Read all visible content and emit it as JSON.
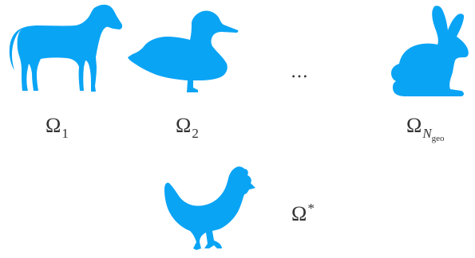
{
  "colors": {
    "silhouette": "#0aa4f5",
    "text": "#333333"
  },
  "shapes": [
    {
      "name": "horse",
      "icon": "horse-icon"
    },
    {
      "name": "duck",
      "icon": "duck-icon"
    },
    {
      "name": "rabbit",
      "icon": "rabbit-icon"
    },
    {
      "name": "chicken",
      "icon": "chicken-icon"
    }
  ],
  "labels": {
    "omega_1": {
      "base": "Ω",
      "sub": "1"
    },
    "omega_2": {
      "base": "Ω",
      "sub": "2"
    },
    "omega_ngeo": {
      "base": "Ω",
      "sub": "N",
      "subsub": "geo"
    },
    "omega_star": {
      "base": "Ω",
      "sup": "*"
    }
  },
  "ellipsis": "…"
}
